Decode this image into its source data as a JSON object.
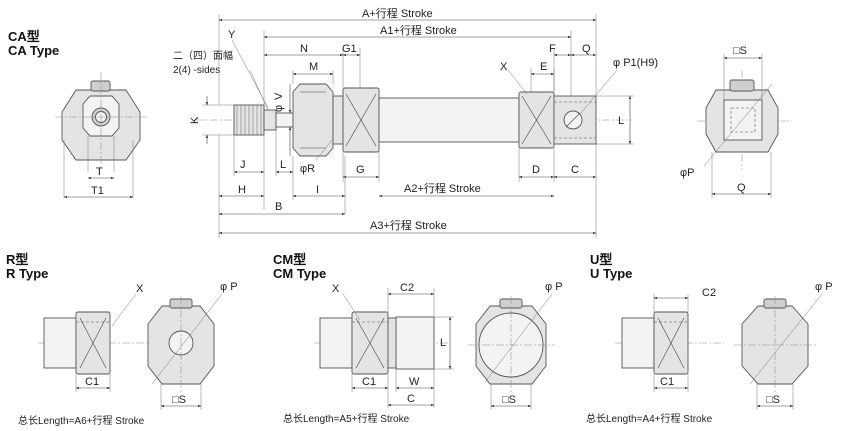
{
  "titles": {
    "ca": {
      "cn": "CA型",
      "en": "CA Type"
    },
    "r": {
      "cn": "R型",
      "en": "R Type"
    },
    "cm": {
      "cn": "CM型",
      "en": "CM Type"
    },
    "u": {
      "cn": "U型",
      "en": "U Type"
    }
  },
  "note": {
    "line1": "二（四）面幅",
    "line2": "2(4) -sides"
  },
  "dims": {
    "A": "A+行程 Stroke",
    "A1": "A1+行程 Stroke",
    "A2": "A2+行程 Stroke",
    "A3": "A3+行程 Stroke",
    "N": "N",
    "G1": "G1",
    "F": "F",
    "Q": "Q",
    "M": "M",
    "E": "E",
    "X": "X",
    "Y": "Y",
    "V": "V",
    "phiV": "φ",
    "P1": "φ P1(H9)",
    "K": "K",
    "L": "L",
    "J": "J",
    "Lsmall": "L",
    "phiR": "φR",
    "G": "G",
    "D": "D",
    "C": "C",
    "H": "H",
    "I": "I",
    "B": "B",
    "T": "T",
    "T1": "T1",
    "S": "□S",
    "phiP": "φP",
    "Qside": "Q",
    "C1": "C1",
    "C2": "C2",
    "W": "W",
    "phiPsmall": "φ P"
  },
  "totals": {
    "r": "总长Length=A6+行程 Stroke",
    "cm": "总长Length=A5+行程 Stroke",
    "u": "总长Length=A4+行程 Stroke"
  }
}
